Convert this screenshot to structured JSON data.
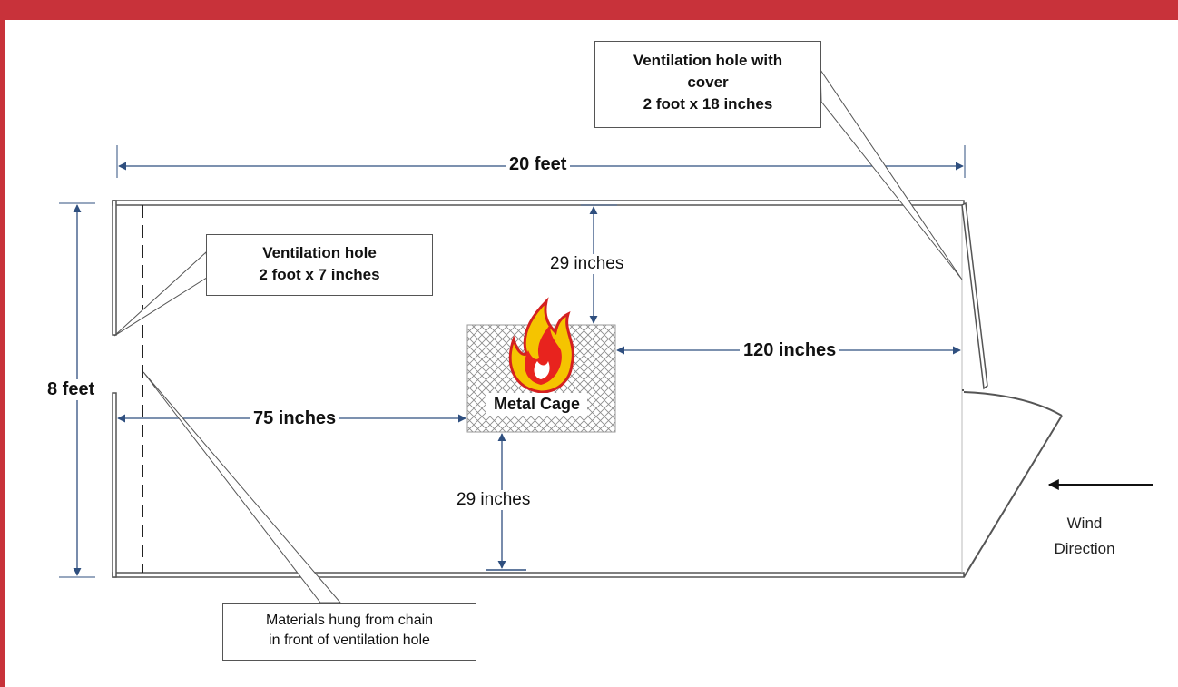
{
  "dimensions": {
    "length": "20 feet",
    "width": "8 feet",
    "top_gap": "29 inches",
    "bottom_gap": "29 inches",
    "left_gap": "75 inches",
    "right_gap": "120 inches"
  },
  "labels": {
    "cage": "Metal Cage",
    "vent_left_line1": "Ventilation hole",
    "vent_left_line2": "2 foot x 7 inches",
    "vent_right_line1": "Ventilation hole with",
    "vent_right_line2": "cover",
    "vent_right_line3": "2 foot x 18 inches",
    "materials_line1": "Materials hung from chain",
    "materials_line2": "in front of ventilation hole",
    "wind_line1": "Wind",
    "wind_line2": "Direction"
  },
  "icons": {
    "fire": "fire-icon",
    "wind_arrow": "arrow-left-icon"
  },
  "colors": {
    "frame_red": "#c8323a",
    "dimension_blue": "#2f4f7f",
    "wall": "#555555"
  }
}
